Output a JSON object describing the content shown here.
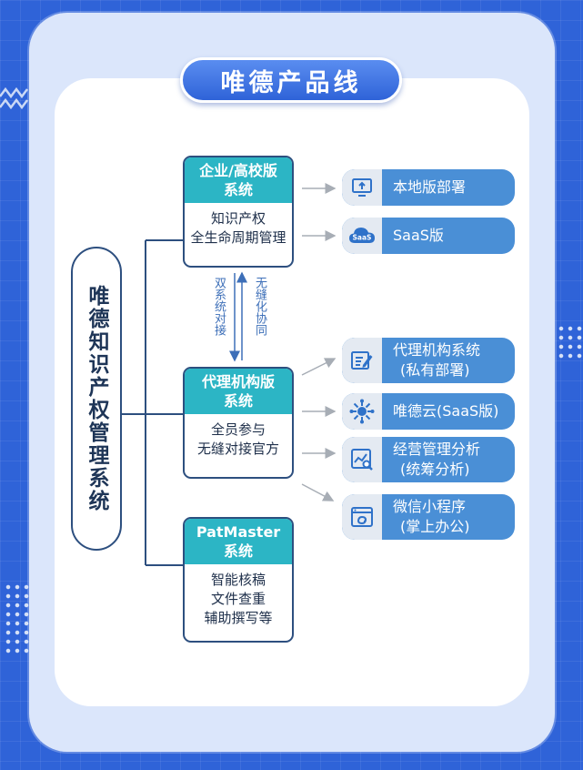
{
  "title": "唯德产品线",
  "main_system": "唯德知识产权管理系统",
  "systems": [
    {
      "name_lines": [
        "企业/高校版",
        "系统"
      ],
      "desc_lines": [
        "知识产权",
        "全生命周期管理"
      ]
    },
    {
      "name_lines": [
        "代理机构版",
        "系统"
      ],
      "desc_lines": [
        "全员参与",
        "无缝对接官方"
      ]
    },
    {
      "name_lines": [
        "PatMaster",
        "系统"
      ],
      "desc_lines": [
        "智能核稿",
        "文件查重",
        "辅助撰写等"
      ]
    }
  ],
  "sync_labels": {
    "left": "双系统对接",
    "right": "无缝化协同"
  },
  "products": [
    {
      "lines": [
        "本地版部署"
      ],
      "icon": "monitor-upload-icon"
    },
    {
      "lines": [
        "SaaS版"
      ],
      "icon": "saas-cloud-icon",
      "icon_text": "SaaS"
    },
    {
      "lines": [
        "代理机构系统",
        "(私有部署)"
      ],
      "icon": "document-edit-icon"
    },
    {
      "lines": [
        "唯德云(SaaS版)"
      ],
      "icon": "network-hub-icon"
    },
    {
      "lines": [
        "经营管理分析",
        "(统筹分析)"
      ],
      "icon": "chart-search-icon"
    },
    {
      "lines": [
        "微信小程序",
        "(掌上办公)"
      ],
      "icon": "code-window-icon"
    }
  ],
  "colors": {
    "background": "#2f63d8",
    "panel": "#dbe6fb",
    "system_header": "#2cb5c5",
    "product_pill": "#4a8fd6",
    "outline": "#2d4f7f",
    "icon": "#2f72c9"
  }
}
